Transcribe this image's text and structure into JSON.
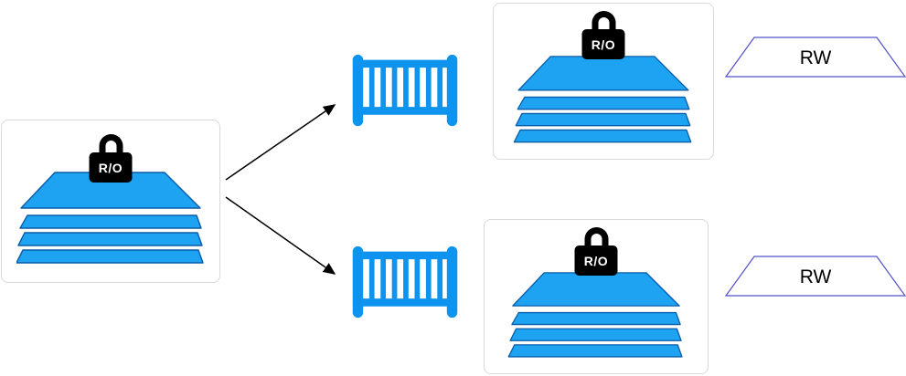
{
  "colors": {
    "blue": "#0e93ee",
    "layer_fill": "#1ea2f2",
    "layer_stroke": "#0a5da8",
    "box_border": "#d9d9d9",
    "rw_border": "#5151cc",
    "arrow": "#000000",
    "lock_fill": "#000000",
    "lock_text": "#ffffff"
  },
  "icons": {
    "lock": "padlock-icon",
    "container": "crib-icon",
    "image": "layer-stack-icon"
  },
  "nodes": {
    "base_image": {
      "type": "image-layers",
      "lock_label": "R/O"
    },
    "crib_top": {
      "type": "crib-icon"
    },
    "crib_bottom": {
      "type": "crib-icon"
    },
    "image_top": {
      "type": "image-layers",
      "lock_label": "R/O"
    },
    "image_bottom": {
      "type": "image-layers",
      "lock_label": "R/O"
    },
    "rw_top": {
      "type": "rw-layer",
      "label": "RW"
    },
    "rw_bottom": {
      "type": "rw-layer",
      "label": "RW"
    }
  },
  "edges": [
    {
      "from": "base_image",
      "to": "crib_top"
    },
    {
      "from": "base_image",
      "to": "crib_bottom"
    }
  ]
}
